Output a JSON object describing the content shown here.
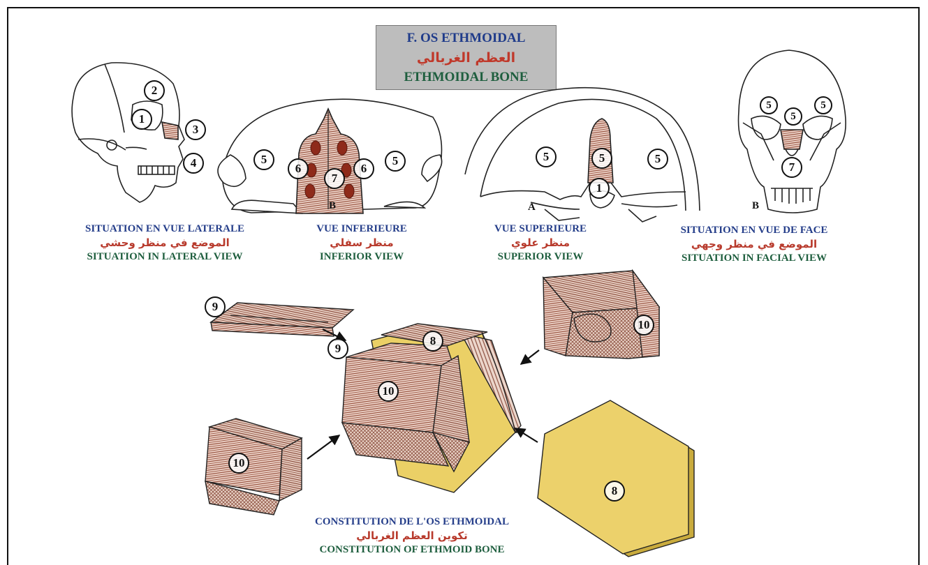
{
  "title": {
    "fr": "F. OS ETHMOIDAL",
    "ar": "العظم الغربالي",
    "en": "ETHMOIDAL BONE"
  },
  "views": [
    {
      "fr": "SITUATION EN VUE LATERALE",
      "ar": "الموضع في منظر وحشي",
      "en": "SITUATION IN LATERAL VIEW"
    },
    {
      "fr": "VUE INFERIEURE",
      "ar": "منظر سفلي",
      "en": "INFERIOR VIEW"
    },
    {
      "fr": "VUE SUPERIEURE",
      "ar": "منظر علوي",
      "en": "SUPERIOR VIEW"
    },
    {
      "fr": "SITUATION EN VUE DE FACE",
      "ar": "الموضع في منظر وجهي",
      "en": "SITUATION IN FACIAL VIEW"
    }
  ],
  "constitution": {
    "fr": "CONSTITUTION DE L'OS ETHMOIDAL",
    "ar": "تكوين العظم الغربالي",
    "en": "CONSTITUTION OF ETHMOID BONE"
  },
  "markers": {
    "n1": "1",
    "n2": "2",
    "n3": "3",
    "n4": "4",
    "n5": "5",
    "n6": "6",
    "n7": "7",
    "n8": "8",
    "n9": "9",
    "n10": "10"
  },
  "letters": {
    "a": "A",
    "b": "B"
  },
  "colors": {
    "title_blue": "#1f3b8a",
    "arabic_red": "#c0392b",
    "english_green": "#1e5e3e",
    "bone_hatch": "#9c5a48",
    "lamina_yellow": "#ecd16b",
    "foramen_red": "#8e2a1a"
  }
}
